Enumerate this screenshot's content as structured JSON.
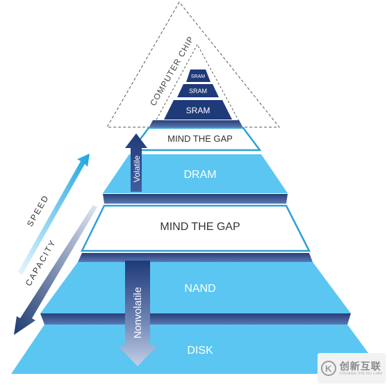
{
  "chip": {
    "label": "COMPUTER CHIP",
    "tiers": [
      "SRAM",
      "SRAM",
      "SRAM"
    ]
  },
  "tiers": {
    "gap_upper": "MIND THE GAP",
    "dram": "DRAM",
    "gap_lower": "MIND THE GAP",
    "nand": "NAND",
    "disk": "DISK"
  },
  "arrows": {
    "volatile": "Volatile",
    "nonvolatile": "Nonvolatile",
    "speed": "SPEED",
    "capacity": "CAPACITY"
  },
  "watermark": {
    "logo_text": "K",
    "text": "创新互联",
    "subtext": "CHUANG XIN HU LIAN"
  },
  "colors": {
    "light_blue": "#5bc6f2",
    "dark_navy": "#1e3a78",
    "outline_blue": "#2f9fd6",
    "speed_arrow": "#2aa9e0",
    "capacity_arrow": "#1f3b72"
  }
}
